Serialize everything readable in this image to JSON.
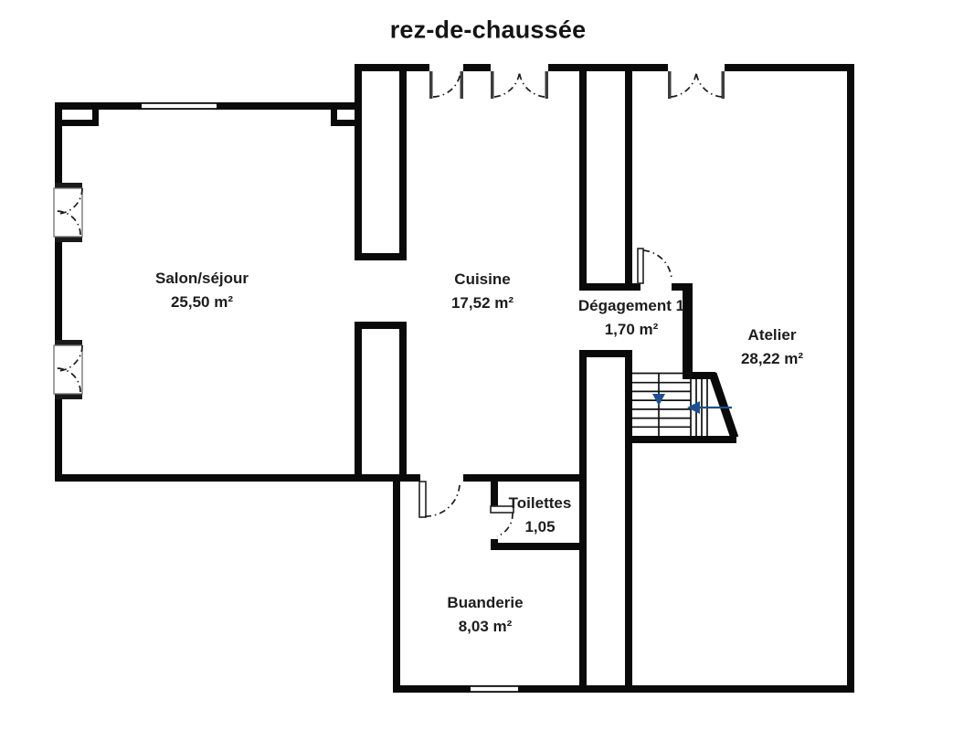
{
  "title": "rez-de-chaussée",
  "plan": {
    "rooms": [
      {
        "name": "Salon/séjour",
        "area": "25,50 m²"
      },
      {
        "name": "Cuisine",
        "area": "17,52 m²"
      },
      {
        "name": "Dégagement 1",
        "area": "1,70 m²"
      },
      {
        "name": "Atelier",
        "area": "28,22 m²"
      },
      {
        "name": "Toilettes",
        "area": "1,05"
      },
      {
        "name": "Buanderie",
        "area": "8,03 m²"
      }
    ],
    "symbols": {
      "stairs": "stairs with down and left direction arrows",
      "windows": 3,
      "french_windows": 2,
      "door_swings": 6
    },
    "colors": {
      "walls": "#0a0a0a",
      "background": "#ffffff",
      "stair_arrows": "#1f4e8f",
      "door_jambs": "#3d3d3d"
    }
  }
}
